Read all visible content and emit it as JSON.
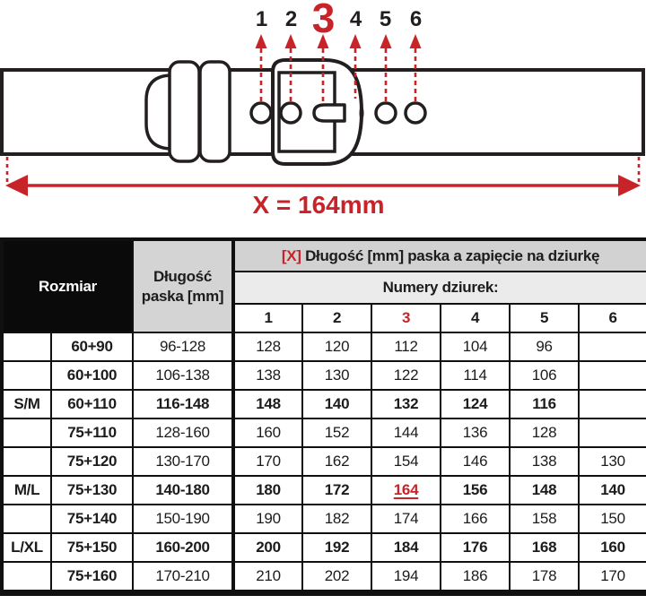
{
  "diagram": {
    "hole_numbers": [
      "1",
      "2",
      "3",
      "4",
      "5",
      "6"
    ],
    "highlighted_hole_number": "3",
    "measurement_label": "X = 164mm",
    "colors": {
      "accent_red": "#c9232a",
      "outline_black": "#231f20"
    }
  },
  "table": {
    "header": {
      "rozmiar_label": "Rozmiar",
      "dlugosc_line1": "Długość",
      "dlugosc_line2": "paska [mm]",
      "x_bracket": "[X]",
      "x_title_rest": "Długość [mm] paska a zapięcie na dziurkę",
      "numery_label": "Numery dziurek:",
      "hole_columns": [
        "1",
        "2",
        "3",
        "4",
        "5",
        "6"
      ],
      "highlighted_column": "3"
    },
    "colors": {
      "highlight_row_green": "#cfe3ba",
      "row_gray": "#efefef",
      "header_gray": "#d2d2d2",
      "subheader_gray": "#ebebeb",
      "rozmiar_black": "#0a0a0a"
    },
    "rows": [
      {
        "size": "",
        "dim": "60+90",
        "range": "96-128",
        "holes": [
          "128",
          "120",
          "112",
          "104",
          "96",
          ""
        ],
        "shade": "white",
        "bold": false,
        "highlight": -1
      },
      {
        "size": "",
        "dim": "60+100",
        "range": "106-138",
        "holes": [
          "138",
          "130",
          "122",
          "114",
          "106",
          ""
        ],
        "shade": "white",
        "bold": false,
        "highlight": -1
      },
      {
        "size": "S/M",
        "dim": "60+110",
        "range": "116-148",
        "holes": [
          "148",
          "140",
          "132",
          "124",
          "116",
          ""
        ],
        "shade": "gray",
        "bold": true,
        "highlight": -1
      },
      {
        "size": "",
        "dim": "75+110",
        "range": "128-160",
        "holes": [
          "160",
          "152",
          "144",
          "136",
          "128",
          ""
        ],
        "shade": "white",
        "bold": false,
        "highlight": -1
      },
      {
        "size": "",
        "dim": "75+120",
        "range": "130-170",
        "holes": [
          "170",
          "162",
          "154",
          "146",
          "138",
          "130"
        ],
        "shade": "gray",
        "bold": false,
        "highlight": -1
      },
      {
        "size": "M/L",
        "dim": "75+130",
        "range": "140-180",
        "holes": [
          "180",
          "172",
          "164",
          "156",
          "148",
          "140"
        ],
        "shade": "green",
        "bold": true,
        "highlight": 2
      },
      {
        "size": "",
        "dim": "75+140",
        "range": "150-190",
        "holes": [
          "190",
          "182",
          "174",
          "166",
          "158",
          "150"
        ],
        "shade": "gray",
        "bold": false,
        "highlight": -1
      },
      {
        "size": "L/XL",
        "dim": "75+150",
        "range": "160-200",
        "holes": [
          "200",
          "192",
          "184",
          "176",
          "168",
          "160"
        ],
        "shade": "white",
        "bold": true,
        "highlight": -1
      },
      {
        "size": "",
        "dim": "75+160",
        "range": "170-210",
        "holes": [
          "210",
          "202",
          "194",
          "186",
          "178",
          "170"
        ],
        "shade": "gray",
        "bold": false,
        "highlight": -1
      }
    ]
  }
}
